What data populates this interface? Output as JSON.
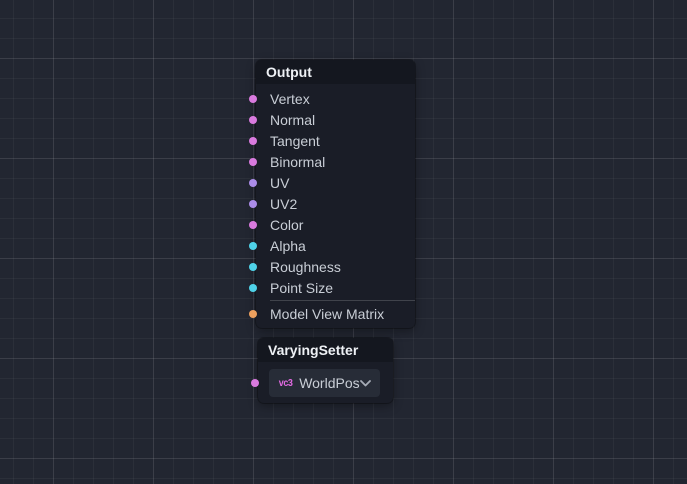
{
  "theme": {
    "canvas_bg": "#222631",
    "node_bg": "#1a1d27",
    "node_header_bg": "#14171f",
    "label_color": "#c9ced6",
    "port_pink": "#d97ade",
    "port_purple": "#ab8ce8",
    "port_cyan": "#4fd2e8",
    "port_orange": "#eda05e"
  },
  "nodes": {
    "output": {
      "title": "Output",
      "ports": [
        {
          "label": "Vertex",
          "color": "#d97ade"
        },
        {
          "label": "Normal",
          "color": "#d97ade"
        },
        {
          "label": "Tangent",
          "color": "#d97ade"
        },
        {
          "label": "Binormal",
          "color": "#d97ade"
        },
        {
          "label": "UV",
          "color": "#ab8ce8"
        },
        {
          "label": "UV2",
          "color": "#ab8ce8"
        },
        {
          "label": "Color",
          "color": "#d97ade"
        },
        {
          "label": "Alpha",
          "color": "#4fd2e8"
        },
        {
          "label": "Roughness",
          "color": "#4fd2e8"
        },
        {
          "label": "Point Size",
          "color": "#4fd2e8"
        },
        {
          "label": "Model View Matrix",
          "color": "#eda05e"
        }
      ]
    },
    "varying_setter": {
      "title": "VaryingSetter",
      "port_color": "#d97ade",
      "dropdown": {
        "type_badge": "vc3",
        "type_badge_color": "#e26ae2",
        "value": "WorldPos"
      }
    }
  }
}
